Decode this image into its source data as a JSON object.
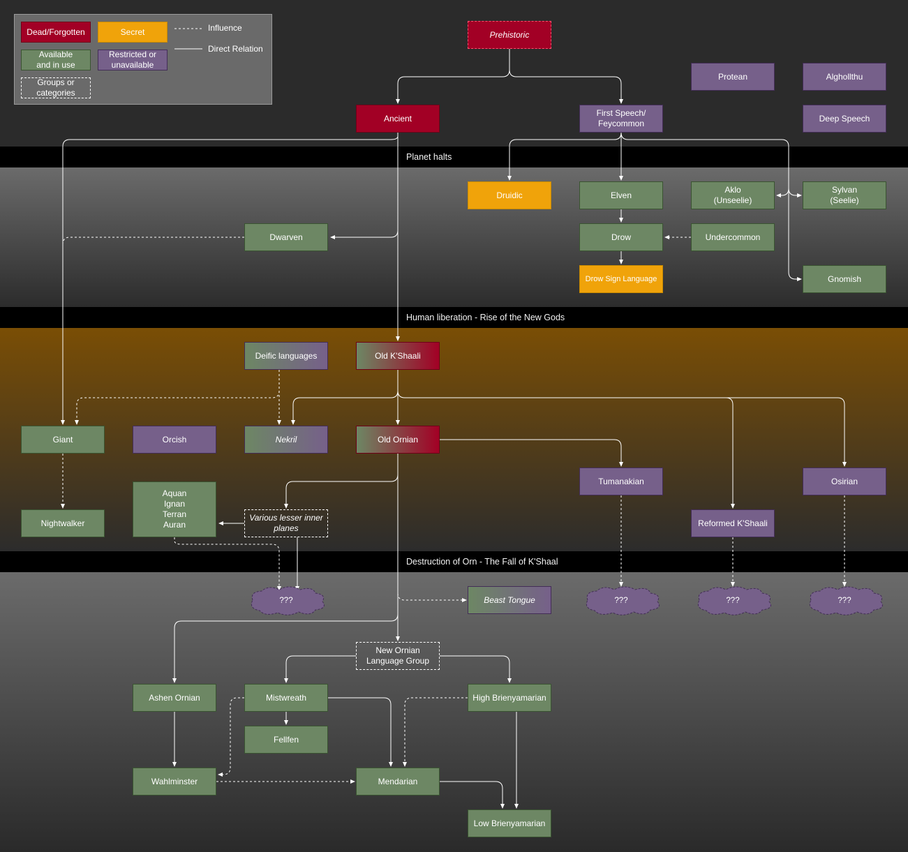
{
  "legend": {
    "dead": "Dead/Forgotten",
    "secret": "Secret",
    "available": "Available\nand in use",
    "restricted": "Restricted or\nunavailable",
    "groups": "Groups or\ncategories",
    "influence": "Influence",
    "direct": "Direct Relation"
  },
  "colors": {
    "dead": "#a20025",
    "secret": "#f0a30a",
    "available": "#6d8764",
    "restricted": "#76608a",
    "background": "#2a2a2a",
    "era_bar": "#000000",
    "human_band_top": "#7a4e05"
  },
  "eras": {
    "planet_halts": "Planet halts",
    "human_liberation": "Human liberation - Rise of the New Gods",
    "destruction": "Destruction of Orn - The Fall of K'Shaal"
  },
  "nodes": {
    "prehistoric": "Prehistoric",
    "ancient": "Ancient",
    "first_speech": "First Speech/\nFeycommon",
    "protean": "Protean",
    "alghollthu": "Alghollthu",
    "deep_speech": "Deep Speech",
    "druidic": "Druidic",
    "elven": "Elven",
    "aklo": "Aklo\n(Unseelie)",
    "sylvan": "Sylvan\n(Seelie)",
    "dwarven": "Dwarven",
    "drow": "Drow",
    "undercommon": "Undercommon",
    "drow_sign": "Drow Sign Language",
    "gnomish": "Gnomish",
    "deific": "Deific languages",
    "old_kshaali": "Old K'Shaali",
    "giant": "Giant",
    "orcish": "Orcish",
    "nekril": "Nekril",
    "old_ornian": "Old Ornian",
    "tumanakian": "Tumanakian",
    "osirian": "Osirian",
    "elementals": "Aquan\nIgnan\nTerran\nAuran",
    "inner_planes": "Various lesser inner\nplanes",
    "nightwalker": "Nightwalker",
    "reformed_kshaali": "Reformed K'Shaali",
    "beast_tongue": "Beast Tongue",
    "new_ornian": "New Ornian\nLanguage Group",
    "ashen_ornian": "Ashen Ornian",
    "mistwreath": "Mistwreath",
    "high_brienyamarian": "High Brienyamarian",
    "fellfen": "Fellfen",
    "wahlminster": "Wahlminster",
    "mendarian": "Mendarian",
    "low_brienyamarian": "Low Brienyamarian"
  },
  "unknowns": [
    "???",
    "???",
    "???",
    "???"
  ]
}
